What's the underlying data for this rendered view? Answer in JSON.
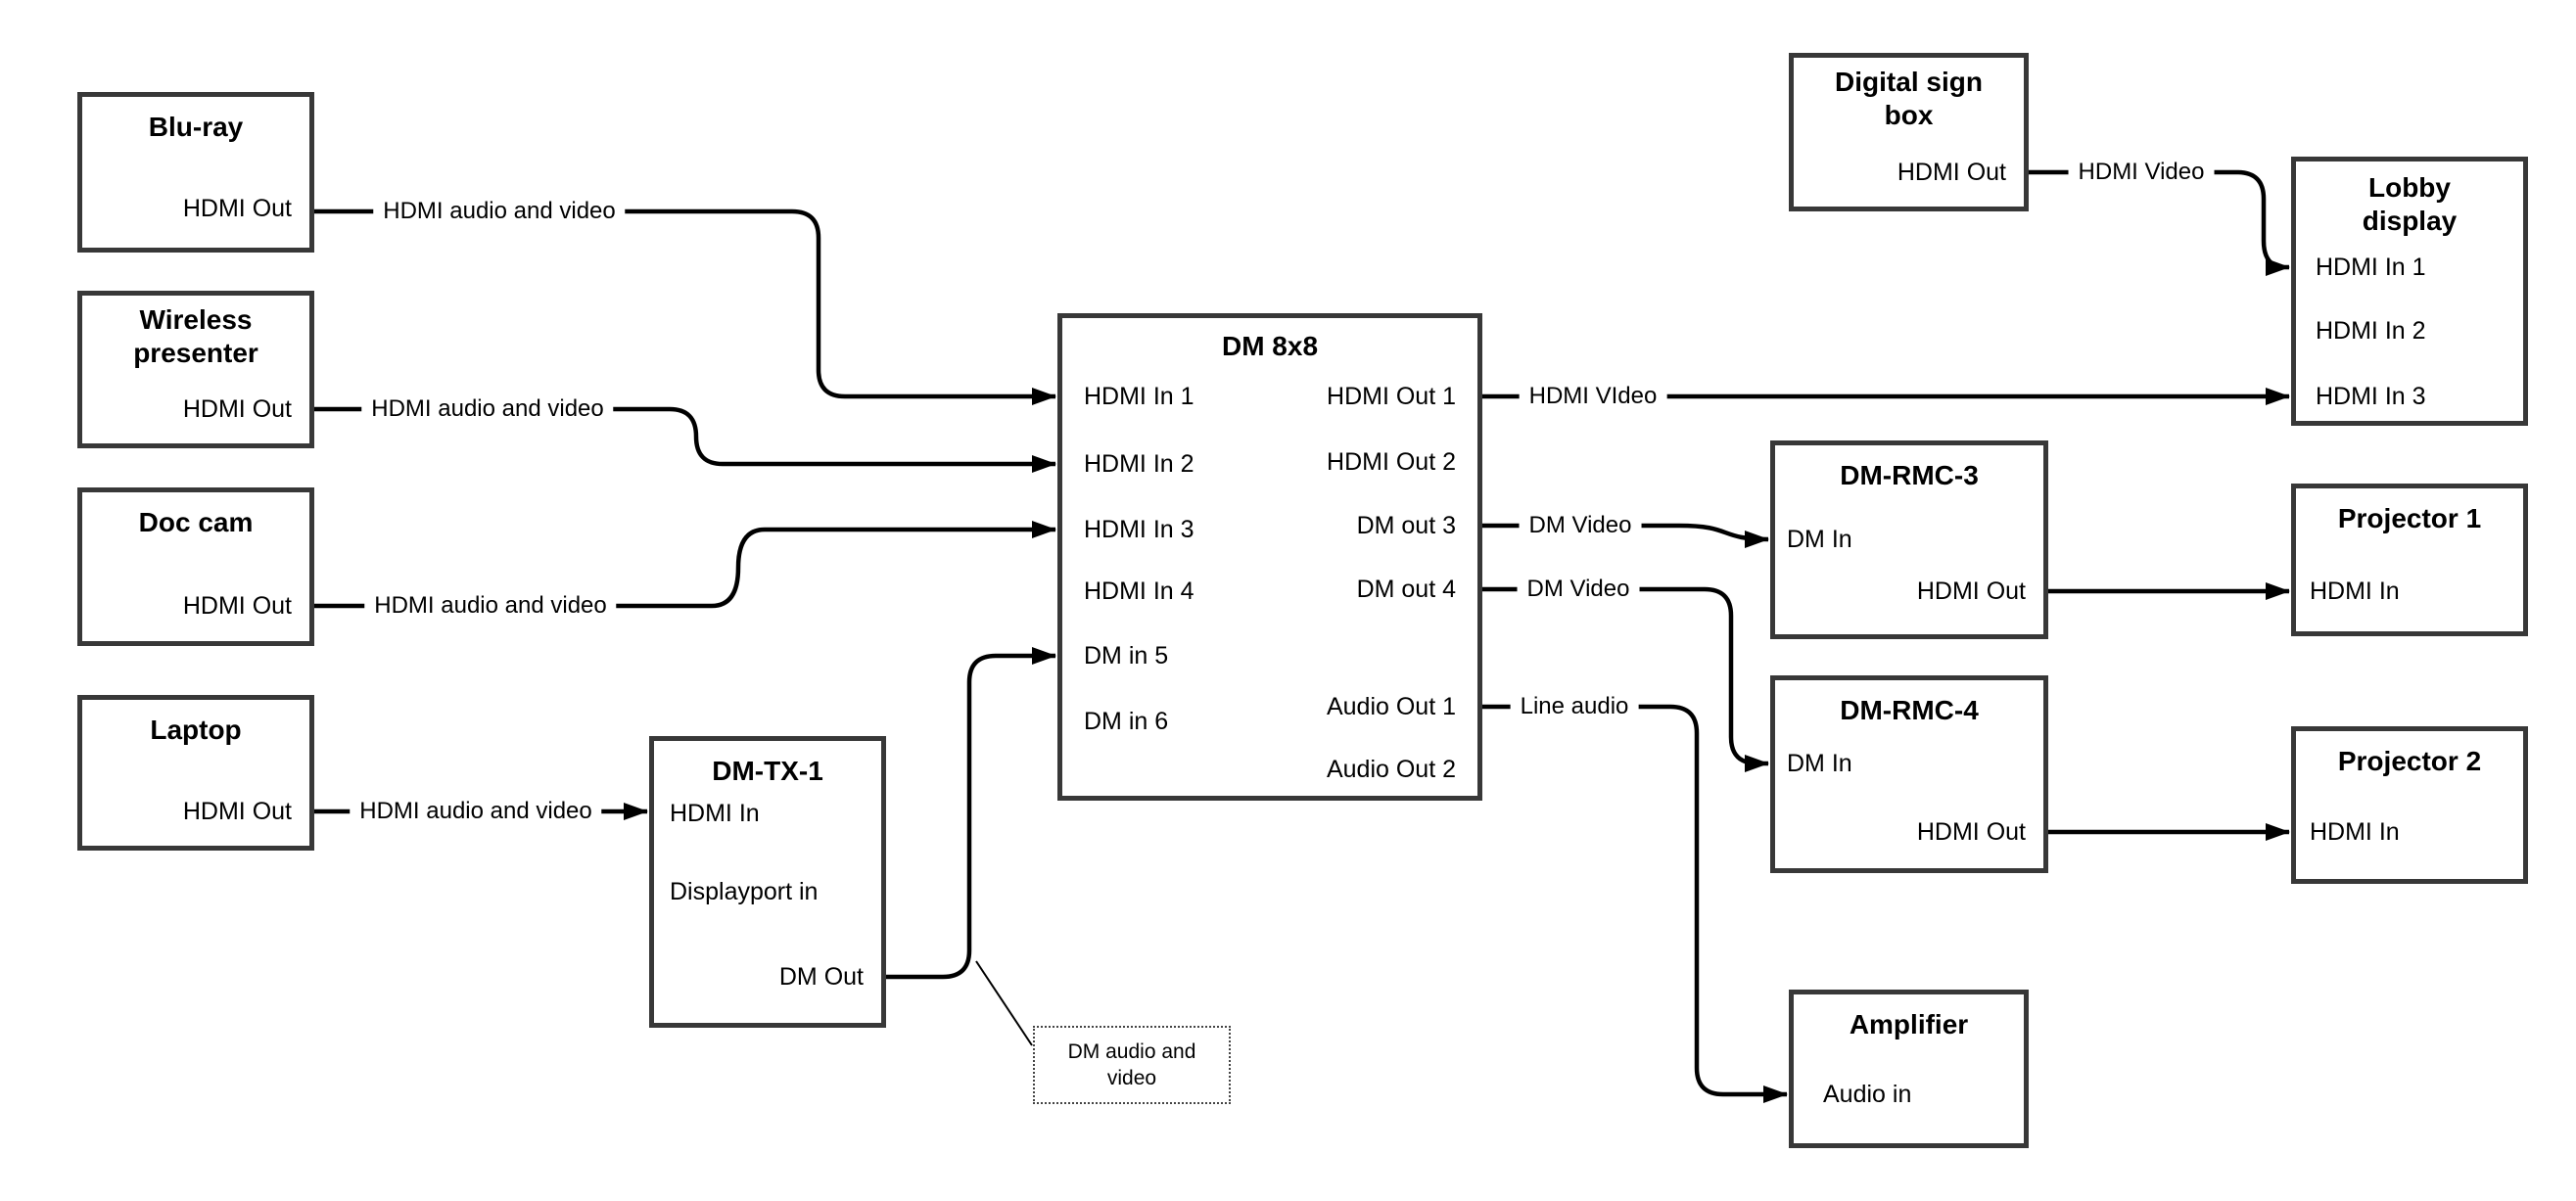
{
  "colors": {
    "background": "#ffffff",
    "line": "#000000",
    "box_border": "#383838",
    "text": "#000000"
  },
  "nodes": {
    "bluray": {
      "title": "Blu-ray",
      "ports": {
        "hdmi_out": "HDMI Out"
      }
    },
    "wireless_presenter": {
      "title": "Wireless presenter",
      "ports": {
        "hdmi_out": "HDMI Out"
      }
    },
    "doc_cam": {
      "title": "Doc cam",
      "ports": {
        "hdmi_out": "HDMI Out"
      }
    },
    "laptop": {
      "title": "Laptop",
      "ports": {
        "hdmi_out": "HDMI Out"
      }
    },
    "dm_tx_1": {
      "title": "DM-TX-1",
      "ports": {
        "hdmi_in": "HDMI In",
        "displayport_in": "Displayport in",
        "dm_out": "DM Out"
      }
    },
    "dm_8x8": {
      "title": "DM 8x8",
      "ports": {
        "hdmi_in_1": "HDMI In 1",
        "hdmi_in_2": "HDMI In 2",
        "hdmi_in_3": "HDMI In 3",
        "hdmi_in_4": "HDMI In 4",
        "dm_in_5": "DM in 5",
        "dm_in_6": "DM in 6",
        "hdmi_out_1": "HDMI Out 1",
        "hdmi_out_2": "HDMI Out 2",
        "dm_out_3": "DM out 3",
        "dm_out_4": "DM out 4",
        "audio_out_1": "Audio Out 1",
        "audio_out_2": "Audio Out 2"
      }
    },
    "digital_sign_box": {
      "title": "Digital sign box",
      "ports": {
        "hdmi_out": "HDMI Out"
      }
    },
    "lobby_display": {
      "title": "Lobby display",
      "ports": {
        "hdmi_in_1": "HDMI In 1",
        "hdmi_in_2": "HDMI In 2",
        "hdmi_in_3": "HDMI In 3"
      }
    },
    "dm_rmc_3": {
      "title": "DM-RMC-3",
      "ports": {
        "dm_in": "DM In",
        "hdmi_out": "HDMI Out"
      }
    },
    "projector_1": {
      "title": "Projector 1",
      "ports": {
        "hdmi_in": "HDMI In"
      }
    },
    "dm_rmc_4": {
      "title": "DM-RMC-4",
      "ports": {
        "dm_in": "DM In",
        "hdmi_out": "HDMI Out"
      }
    },
    "projector_2": {
      "title": "Projector 2",
      "ports": {
        "hdmi_in": "HDMI In"
      }
    },
    "amplifier": {
      "title": "Amplifier",
      "ports": {
        "audio_in": "Audio in"
      }
    }
  },
  "edges": [
    {
      "from": "bluray.hdmi_out",
      "to": "dm_8x8.hdmi_in_1",
      "label": "HDMI audio and video"
    },
    {
      "from": "wireless_presenter.hdmi_out",
      "to": "dm_8x8.hdmi_in_2",
      "label": "HDMI audio and video"
    },
    {
      "from": "doc_cam.hdmi_out",
      "to": "dm_8x8.hdmi_in_3",
      "label": "HDMI audio and video"
    },
    {
      "from": "laptop.hdmi_out",
      "to": "dm_tx_1.hdmi_in",
      "label": "HDMI audio and video"
    },
    {
      "from": "dm_tx_1.dm_out",
      "to": "dm_8x8.dm_in_5",
      "label": "",
      "annotation": "DM audio and video"
    },
    {
      "from": "dm_8x8.hdmi_out_1",
      "to": "lobby_display.hdmi_in_3",
      "label": "HDMI VIdeo"
    },
    {
      "from": "digital_sign_box.hdmi_out",
      "to": "lobby_display.hdmi_in_1",
      "label": "HDMI Video"
    },
    {
      "from": "dm_8x8.dm_out_3",
      "to": "dm_rmc_3.dm_in",
      "label": "DM Video"
    },
    {
      "from": "dm_8x8.dm_out_4",
      "to": "dm_rmc_4.dm_in",
      "label": "DM Video"
    },
    {
      "from": "dm_8x8.audio_out_1",
      "to": "amplifier.audio_in",
      "label": "Line audio"
    },
    {
      "from": "dm_rmc_3.hdmi_out",
      "to": "projector_1.hdmi_in",
      "label": ""
    },
    {
      "from": "dm_rmc_4.hdmi_out",
      "to": "projector_2.hdmi_in",
      "label": ""
    }
  ]
}
